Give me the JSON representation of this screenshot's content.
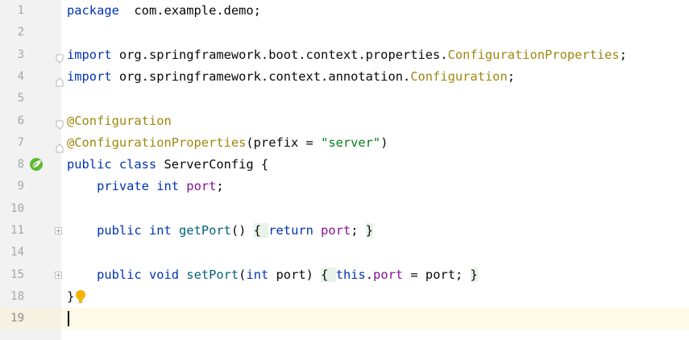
{
  "editor": {
    "lines": [
      {
        "num": "1",
        "tokens": [
          [
            "kw",
            "package"
          ],
          [
            "",
            "  com.example.demo;"
          ]
        ]
      },
      {
        "num": "2",
        "tokens": []
      },
      {
        "num": "3",
        "tokens": [
          [
            "kw",
            "import"
          ],
          [
            "",
            " org.springframework.boot.context.properties."
          ],
          [
            "cls",
            "ConfigurationProperties"
          ],
          [
            "",
            ";"
          ]
        ]
      },
      {
        "num": "4",
        "tokens": [
          [
            "kw",
            "import"
          ],
          [
            "",
            " org.springframework.context.annotation."
          ],
          [
            "cls",
            "Configuration"
          ],
          [
            "",
            ";"
          ]
        ]
      },
      {
        "num": "5",
        "tokens": []
      },
      {
        "num": "6",
        "tokens": [
          [
            "ann",
            "@Configuration"
          ]
        ]
      },
      {
        "num": "7",
        "tokens": [
          [
            "ann",
            "@ConfigurationProperties"
          ],
          [
            "",
            "(prefix = "
          ],
          [
            "str",
            "\"server\""
          ],
          [
            "",
            ")"
          ]
        ]
      },
      {
        "num": "8",
        "tokens": [
          [
            "kw",
            "public class"
          ],
          [
            "",
            " ServerConfig {"
          ]
        ]
      },
      {
        "num": "9",
        "tokens": [
          [
            "",
            "    "
          ],
          [
            "kw",
            "private int"
          ],
          [
            "",
            " "
          ],
          [
            "fld",
            "port"
          ],
          [
            "",
            ";"
          ]
        ]
      },
      {
        "num": "10",
        "tokens": []
      },
      {
        "num": "11",
        "tokens": [
          [
            "",
            "    "
          ],
          [
            "kw",
            "public int"
          ],
          [
            "",
            " "
          ],
          [
            "mth",
            "getPort"
          ],
          [
            "",
            "() "
          ],
          [
            "fold",
            "{ "
          ],
          [
            "kw",
            "return"
          ],
          [
            "",
            " "
          ],
          [
            "fld",
            "port"
          ],
          [
            "",
            "; "
          ],
          [
            "fold",
            "}"
          ]
        ]
      },
      {
        "num": "14",
        "tokens": []
      },
      {
        "num": "15",
        "tokens": [
          [
            "",
            "    "
          ],
          [
            "kw",
            "public void"
          ],
          [
            "",
            " "
          ],
          [
            "mth",
            "setPort"
          ],
          [
            "",
            "("
          ],
          [
            "kw",
            "int"
          ],
          [
            "",
            " port) "
          ],
          [
            "fold",
            "{ "
          ],
          [
            "kw",
            "this"
          ],
          [
            "",
            "."
          ],
          [
            "fld",
            "port"
          ],
          [
            "",
            " = port; "
          ],
          [
            "fold",
            "}"
          ]
        ]
      },
      {
        "num": "18",
        "tokens": [
          [
            "",
            "}"
          ]
        ]
      },
      {
        "num": "19",
        "tokens": []
      }
    ],
    "current_line_index": 14,
    "fold_start_lines": [
      2,
      5
    ],
    "fold_end_lines": [
      3,
      6
    ],
    "fold_collapsed_lines": [
      10,
      12
    ],
    "spring_icon_line": 7,
    "bulb_icon_line": 13,
    "icons": {
      "spring_bean": "spring-bean-gutter-icon",
      "intention_bulb": "lightbulb-icon"
    },
    "colors": {
      "keyword": "#0033b3",
      "annotation": "#9e880d",
      "string": "#067d17",
      "field": "#871094",
      "method": "#00627a",
      "current_line": "#fefae8"
    }
  }
}
